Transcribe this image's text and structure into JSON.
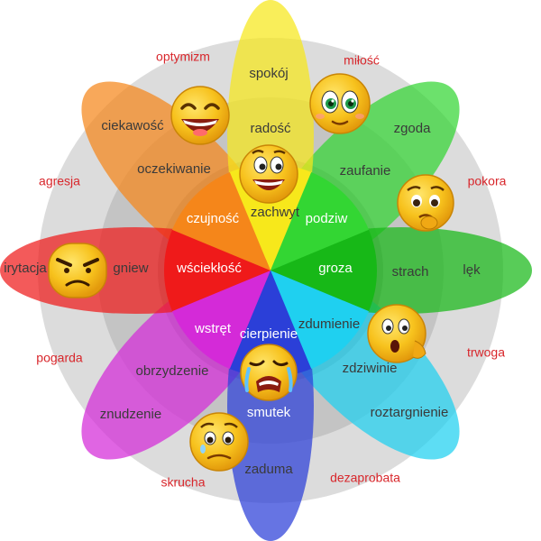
{
  "diagram": {
    "petals": [
      {
        "id": "joy",
        "color": "#f7e81b",
        "outer": "spokój",
        "middle": "radość",
        "inner": "zachwyt"
      },
      {
        "id": "trust",
        "color": "#33d633",
        "outer": "zgoda",
        "middle": "zaufanie",
        "inner": "podziw"
      },
      {
        "id": "fear",
        "color": "#17b817",
        "outer": "lęk",
        "middle": "strach",
        "inner": "groza"
      },
      {
        "id": "surprise",
        "color": "#1fd0f0",
        "outer": "roztargnienie",
        "middle": "zdziwinie",
        "inner": "zdumienie"
      },
      {
        "id": "sadness",
        "color": "#2b3fd8",
        "outer": "zaduma",
        "middle": "smutek",
        "inner": "cierpienie"
      },
      {
        "id": "disgust",
        "color": "#d42ad8",
        "outer": "znudzenie",
        "middle": "obrzydzenie",
        "inner": "wstręt"
      },
      {
        "id": "anger",
        "color": "#ef1a1a",
        "outer": "irytacja",
        "middle": "gniew",
        "inner": "wściekłość"
      },
      {
        "id": "anticipation",
        "color": "#f5861a",
        "outer": "ciekawość",
        "middle": "oczekiwanie",
        "inner": "czujność"
      }
    ],
    "dyads": {
      "optimism": "optymizm",
      "love": "miłość",
      "submission": "pokora",
      "awe": "trwoga",
      "disapproval": "dezaprobata",
      "remorse": "skrucha",
      "contempt": "pogarda",
      "aggressiveness": "agresja"
    },
    "colors": {
      "ring_outer": "#dcdcdc",
      "ring_middle": "#c4c4c4",
      "ring_inner": "#a8a8a8",
      "dyad_text": "#d8262b",
      "emoji_face": "#f7c21d"
    },
    "emojis": [
      "laughing-face",
      "heart-eyes-face",
      "grinning-face",
      "pleading-face",
      "angry-face",
      "surprised-face",
      "crying-face",
      "worried-face"
    ]
  }
}
